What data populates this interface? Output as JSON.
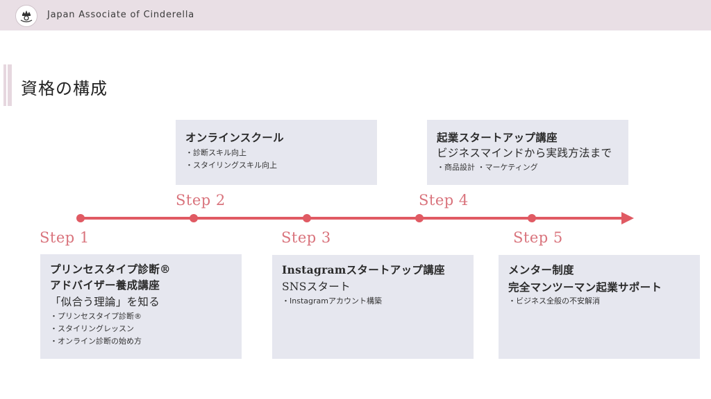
{
  "header": {
    "brand": "Japan Associate of Cinderella"
  },
  "page": {
    "title": "資格の構成"
  },
  "colors": {
    "accent": "#e05a63",
    "step_text": "#d9737c",
    "card_bg": "#e6e7ef",
    "topbar_bg": "#e9dfe5"
  },
  "steps": [
    {
      "label": "Step 1",
      "heading": [
        "プリンセスタイプ診断®",
        "アドバイザー養成講座"
      ],
      "sub": [
        "「似合う理論」を知る"
      ],
      "bullets": [
        "・プリンセスタイプ診断®",
        "・スタイリングレッスン",
        "・オンライン診断の始め方"
      ]
    },
    {
      "label": "Step 2",
      "heading": [
        "オンラインスクール"
      ],
      "sub": [],
      "bullets": [
        "・診断スキル向上",
        "・スタイリングスキル向上"
      ]
    },
    {
      "label": "Step 3",
      "heading": [
        "Instagramスタートアップ講座"
      ],
      "sub": [
        "SNSスタート"
      ],
      "bullets": [
        "・Instagramアカウント構築"
      ]
    },
    {
      "label": "Step 4",
      "heading": [
        "起業スタートアップ講座"
      ],
      "sub": [
        "ビジネスマインドから実践方法まで"
      ],
      "bullets": [
        "・商品設計 ・マーケティング"
      ]
    },
    {
      "label": "Step 5",
      "heading": [
        "メンター制度"
      ],
      "sub": [
        "完全マンツーマン起業サポート"
      ],
      "bullets": [
        "・ビジネス全般の不安解消"
      ]
    }
  ]
}
